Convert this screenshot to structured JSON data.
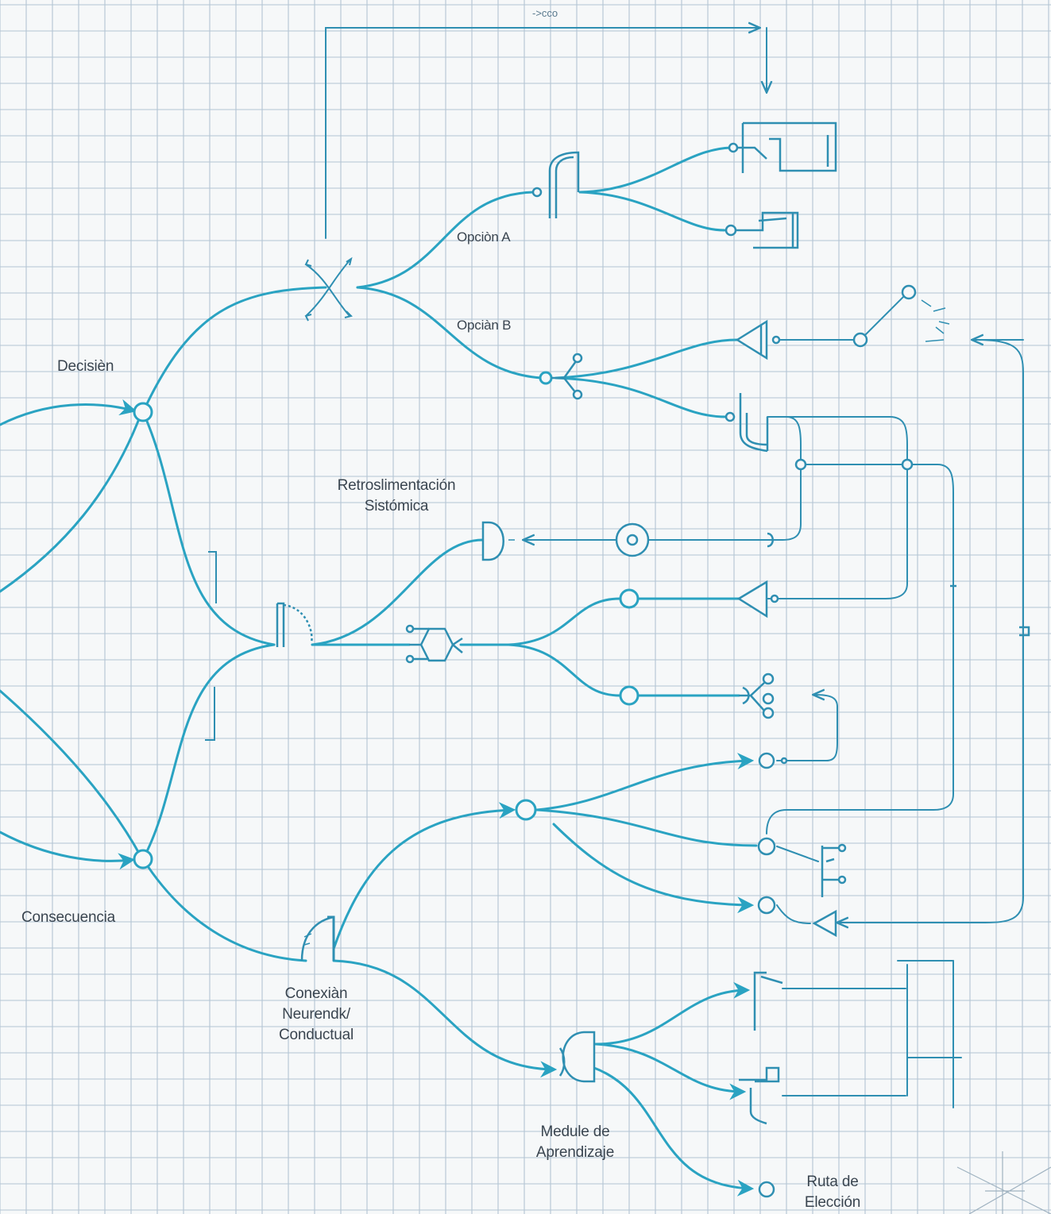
{
  "diagram": {
    "top_scribble": "->cco",
    "labels": {
      "decision": "Decisièn",
      "option_a": "Opciòn A",
      "option_b": "Opciàn B",
      "feedback_line1": "Retroslimentación",
      "feedback_line2": "Sistómica",
      "consequence": "Consecuencia",
      "connection_line1": "Conexiàn",
      "connection_line2": "Neurendk/",
      "connection_line3": "Conductual",
      "module_line1": "Medule de",
      "module_line2": "Aprendizaje",
      "route_line1": "Ruta de",
      "route_line2": "Elección"
    },
    "colors": {
      "background": "#f6f8f9",
      "grid": "#b3c4d3",
      "main_wire": "#2aa3c2",
      "thin_wire": "#2f8fb2",
      "label_text": "#3a4550"
    }
  }
}
